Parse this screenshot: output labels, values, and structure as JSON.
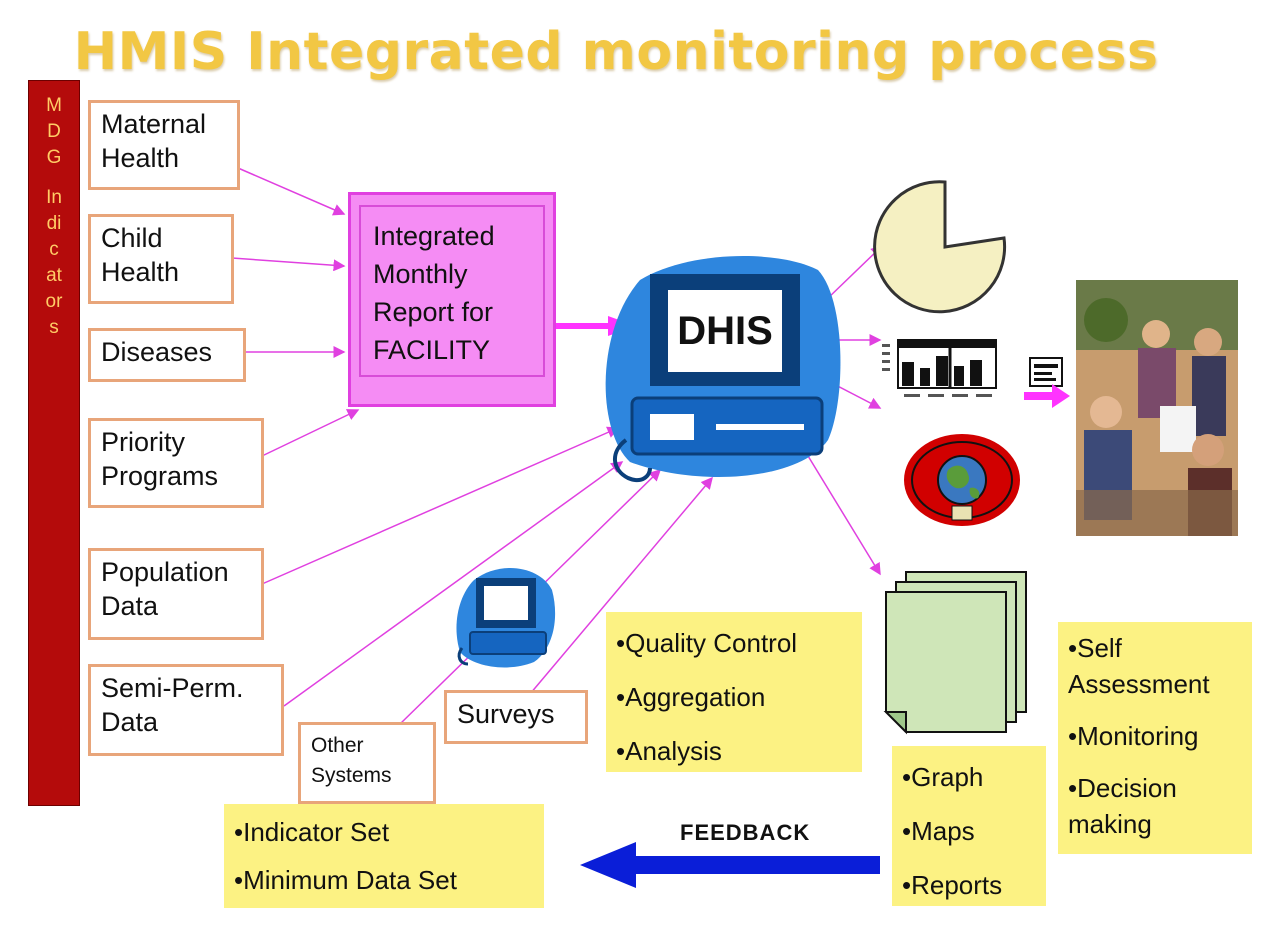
{
  "title": "HMIS Integrated monitoring process",
  "mdg_bar": {
    "lines": [
      "M",
      "D",
      "G",
      "In",
      "di",
      "c",
      "at",
      "or",
      "s"
    ]
  },
  "inputs": [
    {
      "lines": [
        "Maternal",
        "Health"
      ]
    },
    {
      "lines": [
        "Child",
        "Health"
      ]
    },
    {
      "lines": [
        "Diseases"
      ]
    },
    {
      "lines": [
        "Priority",
        "Programs"
      ]
    },
    {
      "lines": [
        "Population",
        "Data"
      ]
    },
    {
      "lines": [
        "Semi-Perm.",
        "Data"
      ]
    }
  ],
  "other_systems": {
    "lines": [
      "Other",
      "Systems"
    ]
  },
  "surveys": "Surveys",
  "report": {
    "lines": [
      "Integrated",
      "Monthly",
      "Report for",
      "FACILITY"
    ]
  },
  "dhis_label": "DHIS",
  "processing": {
    "items": [
      "•Quality Control",
      "•Aggregation",
      "•Analysis"
    ]
  },
  "outputs": {
    "items": [
      "•Graph",
      "•Maps",
      "•Reports"
    ]
  },
  "uses": {
    "lines": [
      "•Self",
      "Assessment",
      "•Monitoring",
      "•Decision",
      "making"
    ]
  },
  "feedback_label": "FEEDBACK",
  "feedback_targets": {
    "items": [
      "•Indicator Set",
      "•Minimum Data Set"
    ]
  },
  "colors": {
    "title": "#f2c744",
    "mdg_bar": "#b40b0b",
    "report_fill": "#f58cf4",
    "connector": "#e040e0",
    "note_fill": "#fcf283",
    "computer": "#2e86de",
    "feedback_arrow": "#0a1ed8",
    "box_border": "#e8a57a"
  },
  "icons": [
    "computer-icon",
    "small-computer-icon",
    "pie-chart-icon",
    "table-chart-icon",
    "globe-map-icon",
    "documents-icon",
    "small-report-icon",
    "people-photo"
  ]
}
